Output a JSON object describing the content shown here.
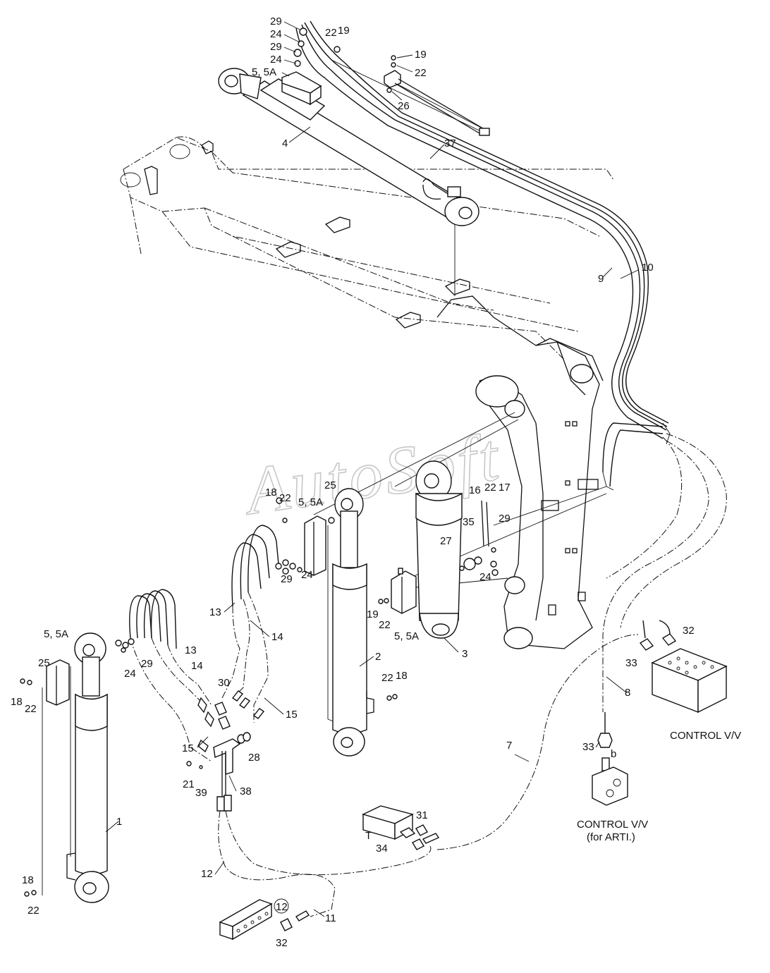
{
  "watermark": "AutoSoft",
  "callouts": {
    "c29a": "29",
    "c24a": "24",
    "c29b": "29",
    "c24b": "24",
    "c22a": "22",
    "c19a": "19",
    "c55a": "5, 5A",
    "c19b": "19",
    "c22b": "22",
    "c26": "26",
    "c4": "4",
    "c37": "37",
    "c10": "10",
    "c9": "9",
    "c18a": "18",
    "c22c": "22",
    "c55b": "5, 5A",
    "c25a": "25",
    "c29c": "29",
    "c24c": "24",
    "c16": "16",
    "c22d": "22",
    "c17": "17",
    "c35": "35",
    "c27": "27",
    "c29d": "29",
    "c24d": "24",
    "c19c": "19",
    "c22e": "22",
    "c55c": "5, 5A",
    "c3": "3",
    "c2": "2",
    "c13a": "13",
    "c14a": "14",
    "c55d": "5, 5A",
    "c25b": "25",
    "c29e": "29",
    "c24e": "24",
    "c13b": "13",
    "c14b": "14",
    "c18b": "18",
    "c22f": "22",
    "c30": "30",
    "c15a": "15",
    "c15b": "15",
    "c22g": "22",
    "c18c": "18",
    "c28": "28",
    "c21": "21",
    "c39": "39",
    "c38": "38",
    "c1": "1",
    "c32a": "32",
    "c33a": "33",
    "c8": "8",
    "c33b": "33",
    "c7": "7",
    "c31": "31",
    "c34": "34",
    "c12a": "12",
    "c18d": "18",
    "c22h": "22",
    "c11": "11",
    "c12b": "12",
    "c32b": "32"
  },
  "labels": {
    "control_vv": "CONTROL V/V",
    "control_vv_arti_1": "CONTROL V/V",
    "control_vv_arti_2": "(for ARTI.)",
    "port_t": "T",
    "port_b": "b"
  }
}
